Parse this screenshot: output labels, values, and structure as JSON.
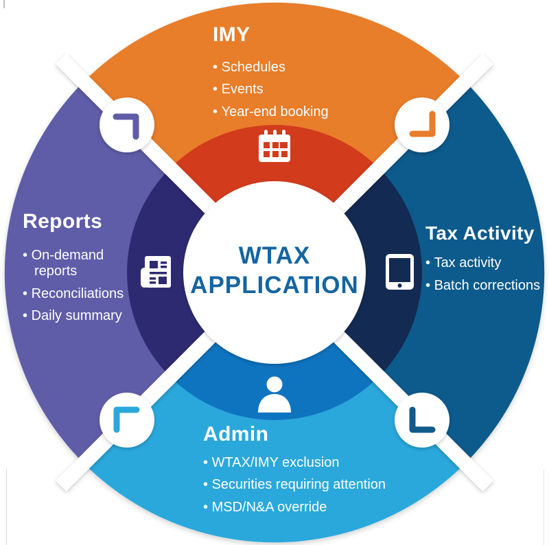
{
  "center": {
    "line1": "WTAX",
    "line2": "APPLICATION",
    "text_color": "#1565A0"
  },
  "quadrants": {
    "top": {
      "label": "IMY",
      "items": [
        "Schedules",
        "Events",
        "Year-end booking"
      ],
      "color": "#E87D2B",
      "inner_color": "#D23B1C",
      "icon": "calendar-icon",
      "text_color": "#FFFFFF"
    },
    "right": {
      "label": "Tax Activity",
      "items": [
        "Tax activity",
        "Batch corrections"
      ],
      "color": "#115A8C",
      "inner_color": "#132A52",
      "icon": "tablet-icon",
      "text_color": "#FFFFFF"
    },
    "bottom": {
      "label": "Admin",
      "items": [
        "WTAX/IMY exclusion",
        "Securities requiring attention",
        "MSD/N&A override"
      ],
      "color": "#2AA8DC",
      "inner_color": "#0F74C0",
      "icon": "person-icon",
      "text_color": "#FFFFFF"
    },
    "left": {
      "label": "Reports",
      "items": [
        "On-demand reports",
        "Reconciliations",
        "Daily summary"
      ],
      "color": "#5F5DA8",
      "inner_color": "#2E2A72",
      "icon": "newspaper-icon",
      "text_color": "#FFFFFF"
    }
  },
  "connectors": {
    "top_left": {
      "icon": "corner-bracket-icon",
      "color": "#5F5DA8"
    },
    "top_right": {
      "icon": "corner-bracket-icon",
      "color": "#E87D2B"
    },
    "bottom_left": {
      "icon": "corner-bracket-icon",
      "color": "#2AA8DC"
    },
    "bottom_right": {
      "icon": "corner-bracket-icon",
      "color": "#115A8C"
    }
  },
  "background": "#FFFFFF"
}
